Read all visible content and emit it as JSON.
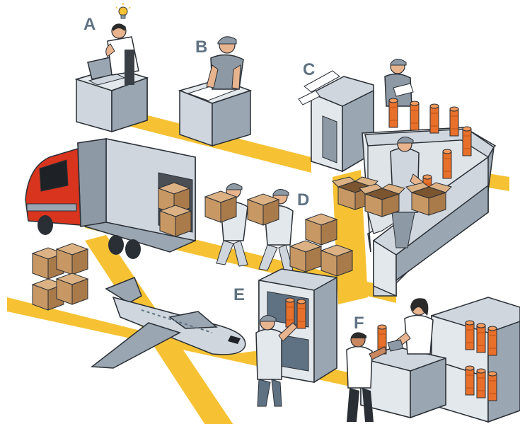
{
  "labels": {
    "a": "A",
    "b": "B",
    "c": "C",
    "d": "D",
    "e": "E",
    "f": "F"
  },
  "colors": {
    "path": "#f6c234",
    "label": "#5f7283",
    "machine": "#cfd6dd",
    "machine_dark": "#8d99a4",
    "product": "#e8702a",
    "box": "#c89864",
    "truck_cab": "#d9341e",
    "skin": "#e8b48e",
    "hair": "#2b2b2b",
    "outline": "#2a2f36"
  },
  "icons": [
    "lightbulb-icon",
    "truck-icon",
    "airplane-icon",
    "computer-icon",
    "conveyor-icon"
  ]
}
